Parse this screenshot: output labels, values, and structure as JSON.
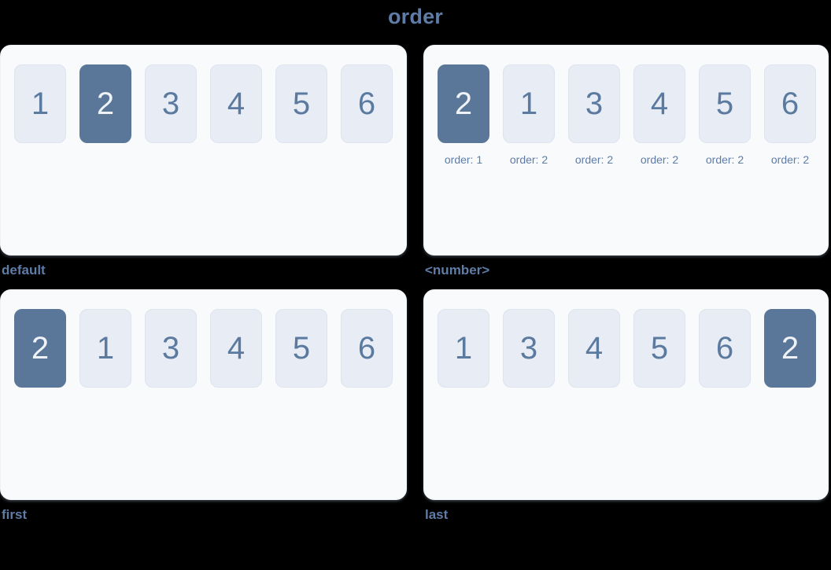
{
  "title": "order",
  "colors": {
    "page_bg": "#000000",
    "panel_bg": "#f8fafc",
    "card_bg": "#e8ecf4",
    "card_border": "#dde3ef",
    "card_text": "#5b7aa0",
    "highlight_bg": "#5a7698",
    "highlight_text": "#eff3f8",
    "label_text": "#5e7ca6"
  },
  "panels": [
    {
      "label": "default",
      "items": [
        {
          "value": "1",
          "highlighted": false
        },
        {
          "value": "2",
          "highlighted": true
        },
        {
          "value": "3",
          "highlighted": false
        },
        {
          "value": "4",
          "highlighted": false
        },
        {
          "value": "5",
          "highlighted": false
        },
        {
          "value": "6",
          "highlighted": false
        }
      ]
    },
    {
      "label": "<number>",
      "items": [
        {
          "value": "2",
          "highlighted": true,
          "order_label": "order: 1"
        },
        {
          "value": "1",
          "highlighted": false,
          "order_label": "order: 2"
        },
        {
          "value": "3",
          "highlighted": false,
          "order_label": "order: 2"
        },
        {
          "value": "4",
          "highlighted": false,
          "order_label": "order: 2"
        },
        {
          "value": "5",
          "highlighted": false,
          "order_label": "order: 2"
        },
        {
          "value": "6",
          "highlighted": false,
          "order_label": "order: 2"
        }
      ]
    },
    {
      "label": "first",
      "items": [
        {
          "value": "2",
          "highlighted": true
        },
        {
          "value": "1",
          "highlighted": false
        },
        {
          "value": "3",
          "highlighted": false
        },
        {
          "value": "4",
          "highlighted": false
        },
        {
          "value": "5",
          "highlighted": false
        },
        {
          "value": "6",
          "highlighted": false
        }
      ]
    },
    {
      "label": "last",
      "items": [
        {
          "value": "1",
          "highlighted": false
        },
        {
          "value": "3",
          "highlighted": false
        },
        {
          "value": "4",
          "highlighted": false
        },
        {
          "value": "5",
          "highlighted": false
        },
        {
          "value": "6",
          "highlighted": false
        },
        {
          "value": "2",
          "highlighted": true
        }
      ]
    }
  ]
}
